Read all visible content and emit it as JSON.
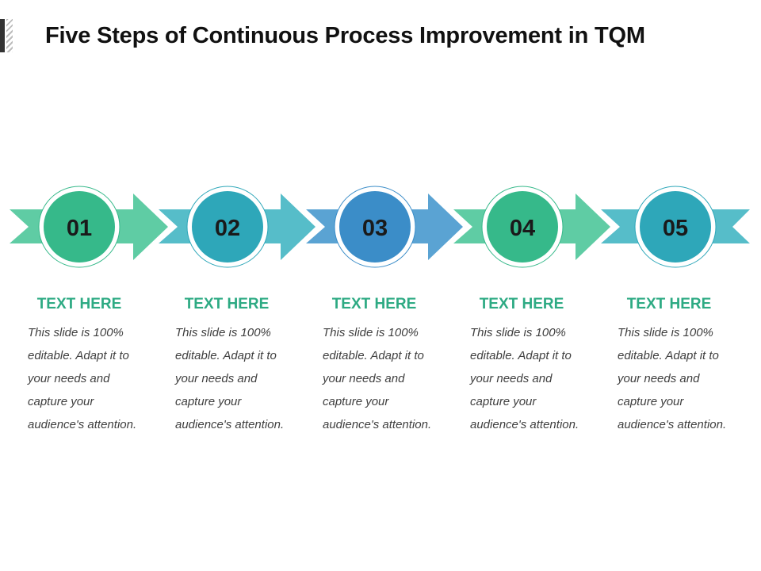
{
  "title": "Five Steps of Continuous Process Improvement in TQM",
  "colors": {
    "teal_green": "#5fcca4",
    "teal_blue": "#56bdc9",
    "blue": "#5aa3d3",
    "circle_green": "#36b98a",
    "circle_teal": "#2ea7b9",
    "circle_blue": "#3b8dc8",
    "heading": "#2daa83",
    "title": "#111111"
  },
  "steps": [
    {
      "number": "01",
      "heading": "TEXT HERE",
      "body": "This slide is 100%\neditable. Adapt it to\nyour needs and\ncapture your\naudience's attention."
    },
    {
      "number": "02",
      "heading": "TEXT HERE",
      "body": "This slide is 100%\neditable. Adapt it to\nyour needs and\ncapture your\naudience's attention."
    },
    {
      "number": "03",
      "heading": "TEXT HERE",
      "body": "This slide is 100%\neditable. Adapt it to\nyour needs and\ncapture your\naudience's attention."
    },
    {
      "number": "04",
      "heading": "TEXT HERE",
      "body": "This slide is 100%\neditable. Adapt it to\nyour needs and\ncapture your\naudience's attention."
    },
    {
      "number": "05",
      "heading": "TEXT HERE",
      "body": "This slide is 100%\neditable. Adapt it to\nyour needs and\ncapture your\naudience's attention."
    }
  ]
}
